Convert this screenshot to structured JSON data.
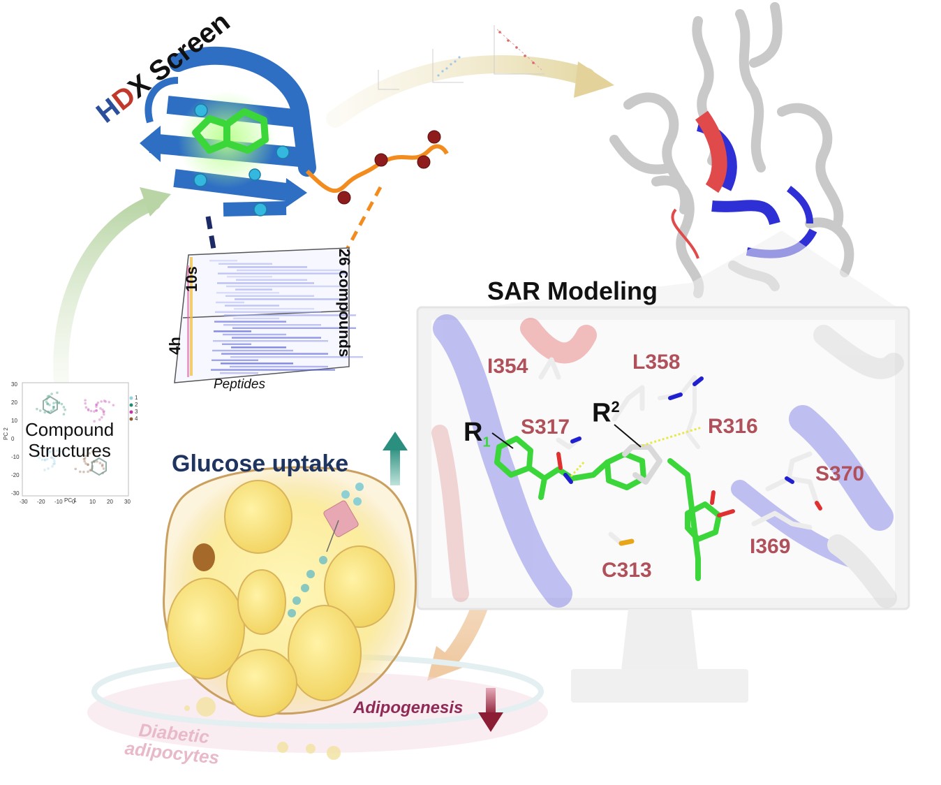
{
  "hdx": {
    "title_h": "H",
    "title_d": "D",
    "title_rest": "X Screen"
  },
  "heatmap": {
    "row_top": "10s",
    "row_bottom": "4h",
    "side_label": "26 compounds",
    "x_label": "Peptides"
  },
  "pca": {
    "label_line1": "Compound",
    "label_line2": "Structures",
    "x_label": "PC 1",
    "y_label": "PC 2",
    "legend": [
      "1",
      "2",
      "3",
      "4"
    ],
    "x_ticks": [
      "-30",
      "-20",
      "-10",
      "0",
      "10",
      "20",
      "30"
    ],
    "y_ticks": [
      "30",
      "20",
      "10",
      "0",
      "-10",
      "-20",
      "-30"
    ]
  },
  "sar": {
    "title": "SAR Modeling",
    "residues": [
      "I354",
      "L358",
      "S317",
      "R316",
      "S370",
      "I369",
      "C313"
    ],
    "r_label": "R",
    "r1_sub": "1",
    "r2_label": "R",
    "r2_sup": "2"
  },
  "cell": {
    "glucose_label": "Glucose uptake",
    "adipogenesis_label": "Adipogenesis",
    "diabetic_line1": "Diabetic",
    "diabetic_line2": "adipocytes"
  },
  "colors": {
    "protein_blue": "#2e6fc4",
    "ligand_green": "#3ad63a",
    "helix_red": "#e04a4a",
    "residue_label": "#b0505a",
    "glucose_text": "#1f3560",
    "arrow_teal": "#2b8f7f",
    "arrow_down": "#8b1e35",
    "adipogenesis_text": "#8e2a55",
    "cell_fill": "#f7e48c"
  }
}
